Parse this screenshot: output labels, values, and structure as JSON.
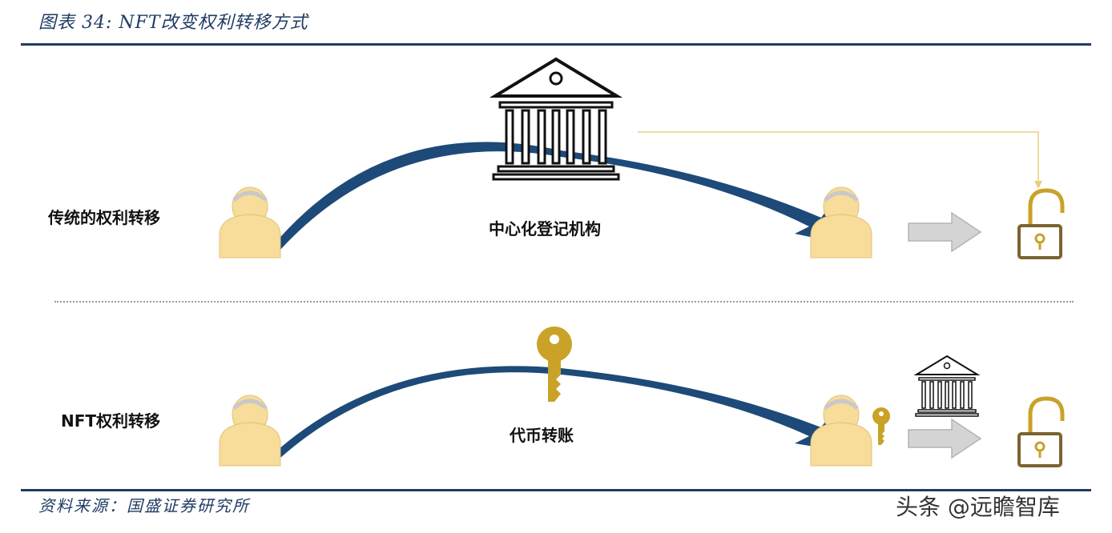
{
  "header": {
    "title": "图表 34:  NFT改变权利转移方式"
  },
  "traditional": {
    "row_label": "传统的权利转移",
    "center_label": "中心化登记机构"
  },
  "nft": {
    "row_label": "NFT权利转移",
    "center_label": "代币转账"
  },
  "footer": {
    "source": "资料来源：国盛证券研究所"
  },
  "watermark": "头条 @远瞻智库",
  "colors": {
    "navy": "#1f3b63",
    "arrow": "#1d4a78",
    "person": "#f7dc9a",
    "gold": "#c9a227",
    "grey_arrow": "#cfcfcf",
    "lock_line": "#e8cf7a"
  },
  "icons": [
    "bank-icon",
    "person-icon",
    "key-icon",
    "unlocked-padlock-icon",
    "right-arrow-icon"
  ]
}
